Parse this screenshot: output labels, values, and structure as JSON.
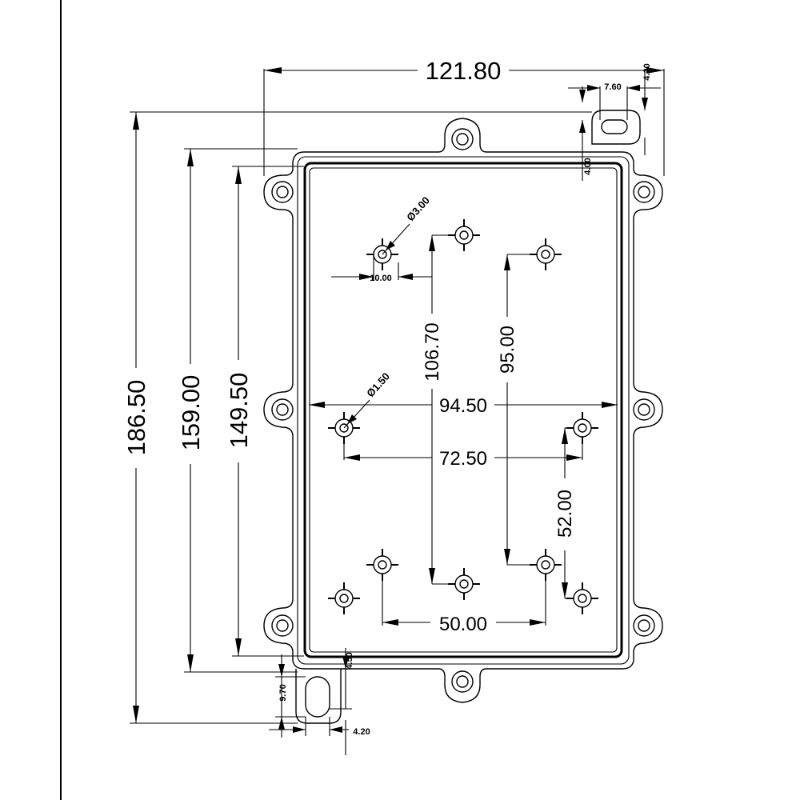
{
  "drawing": {
    "dimensions": {
      "overall_width": "121.80",
      "overall_height": "186.50",
      "body_height": "159.00",
      "inner_height": "149.50",
      "hole_span_x": "94.50",
      "hole_pitch_x": "72.50",
      "hole_pitch_y": "106.70",
      "hole_pitch_y2": "95.00",
      "hole_offset_y": "52.00",
      "hole_spacing_bottom": "50.00",
      "boss_offset": "10.00",
      "hole_dia_large": "Ø3.00",
      "hole_dia_small": "Ø1.50",
      "slot_width_top": "7.60",
      "slot_offset_top": "4.20",
      "slot_length_top": "4.00",
      "slot_height_bottom": "9.70",
      "slot_offset_bottom": "4.50",
      "slot_width_bottom": "4.20"
    }
  }
}
